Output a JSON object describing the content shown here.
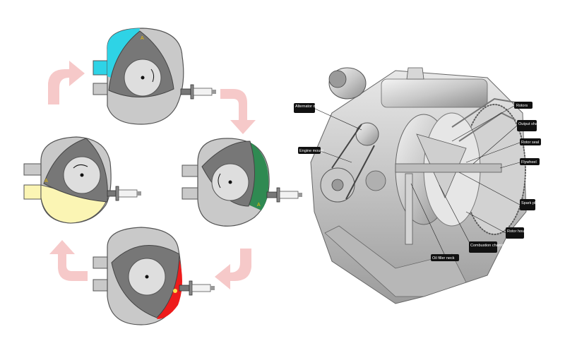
{
  "diagram": {
    "phase_colors": {
      "intake": "#2ed3e6",
      "compression": "#fbf5b4",
      "combustion": "#2f8a52",
      "exhaust": "#ee1b1b",
      "arrow": "#f6c9c9",
      "housing": "#c9c9c9",
      "rotor": "#777777"
    },
    "stages": [
      {
        "id": "stage-intake",
        "phase": "intake",
        "mark": "A"
      },
      {
        "id": "stage-compression",
        "phase": "combustion",
        "mark": "A"
      },
      {
        "id": "stage-combustion",
        "phase": "exhaust",
        "mark": ""
      },
      {
        "id": "stage-exhaust",
        "phase": "compression",
        "mark": "A"
      }
    ]
  },
  "engine": {
    "labels": {
      "alternator": "Alternator drive belt",
      "engine_mount": "Engine mount",
      "rotors": "Rotors",
      "output_shaft": "Output shaft",
      "rotor_seal": "Rotor seal",
      "flywheel": "Flywheel",
      "spark_plugs": "Spark plugs",
      "rotor_housing": "Rotor housing",
      "combustion_chamber": "Combustion chamber",
      "oil_filler": "Oil filler neck"
    }
  }
}
